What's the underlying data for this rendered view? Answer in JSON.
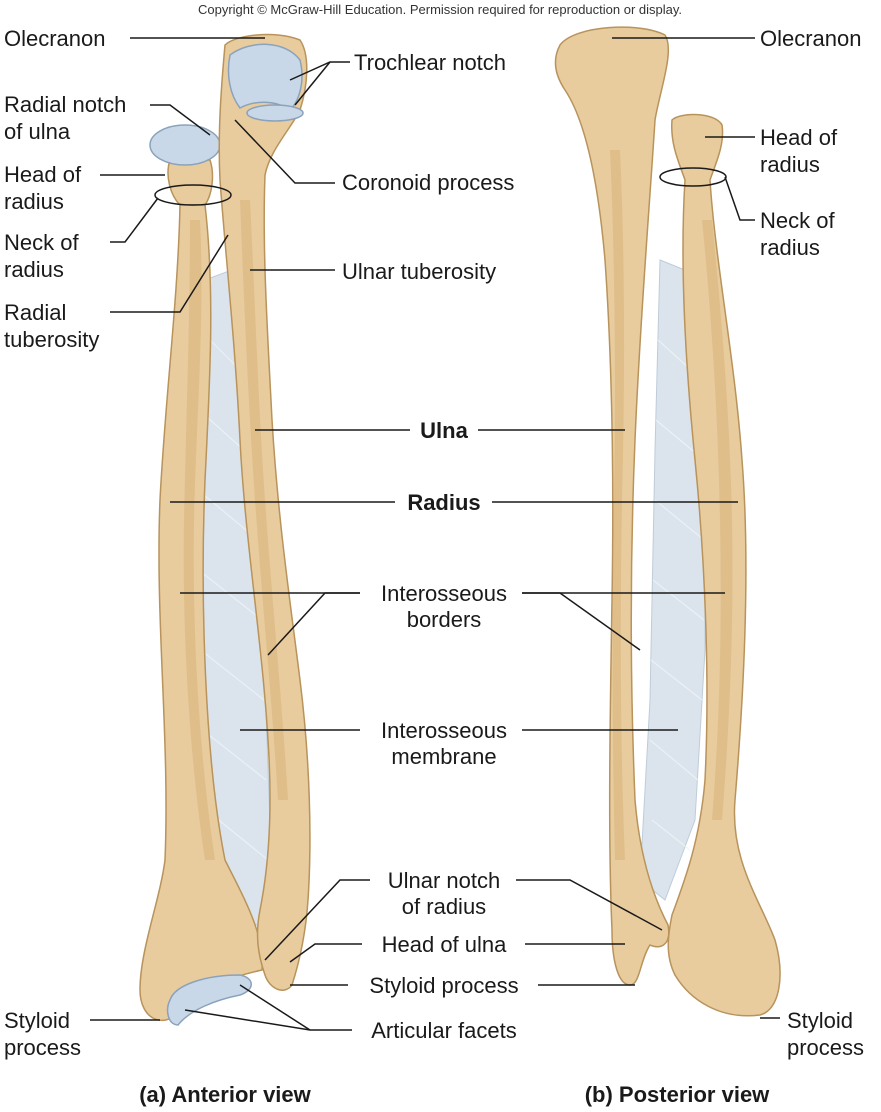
{
  "copyright": "Copyright © McGraw-Hill Education. Permission required for reproduction or display.",
  "captions": {
    "anterior": "(a) Anterior view",
    "posterior": "(b) Posterior view"
  },
  "labels": {
    "olecranon_a": "Olecranon",
    "trochlear_notch": "Trochlear notch",
    "radial_notch_1": "Radial notch",
    "radial_notch_2": "of ulna",
    "head_radius_a_1": "Head of",
    "head_radius_a_2": "radius",
    "coronoid_process": "Coronoid process",
    "neck_radius_a_1": "Neck of",
    "neck_radius_a_2": "radius",
    "ulnar_tuberosity": "Ulnar tuberosity",
    "radial_tuberosity_1": "Radial",
    "radial_tuberosity_2": "tuberosity",
    "ulna": "Ulna",
    "radius": "Radius",
    "interosseous_borders_1": "Interosseous",
    "interosseous_borders_2": "borders",
    "interosseous_membrane_1": "Interosseous",
    "interosseous_membrane_2": "membrane",
    "ulnar_notch_1": "Ulnar notch",
    "ulnar_notch_2": "of radius",
    "head_of_ulna": "Head of ulna",
    "styloid_process_center": "Styloid process",
    "styloid_a_1": "Styloid",
    "styloid_a_2": "process",
    "articular_facets": "Articular facets",
    "olecranon_b": "Olecranon",
    "head_radius_b_1": "Head of",
    "head_radius_b_2": "radius",
    "neck_radius_b_1": "Neck of",
    "neck_radius_b_2": "radius",
    "styloid_b_1": "Styloid",
    "styloid_b_2": "process"
  },
  "colors": {
    "bone": "#e8cc9e",
    "cartilage": "#c9d8e8",
    "membrane": "#cfdbe6",
    "text": "#1a1a1a"
  }
}
